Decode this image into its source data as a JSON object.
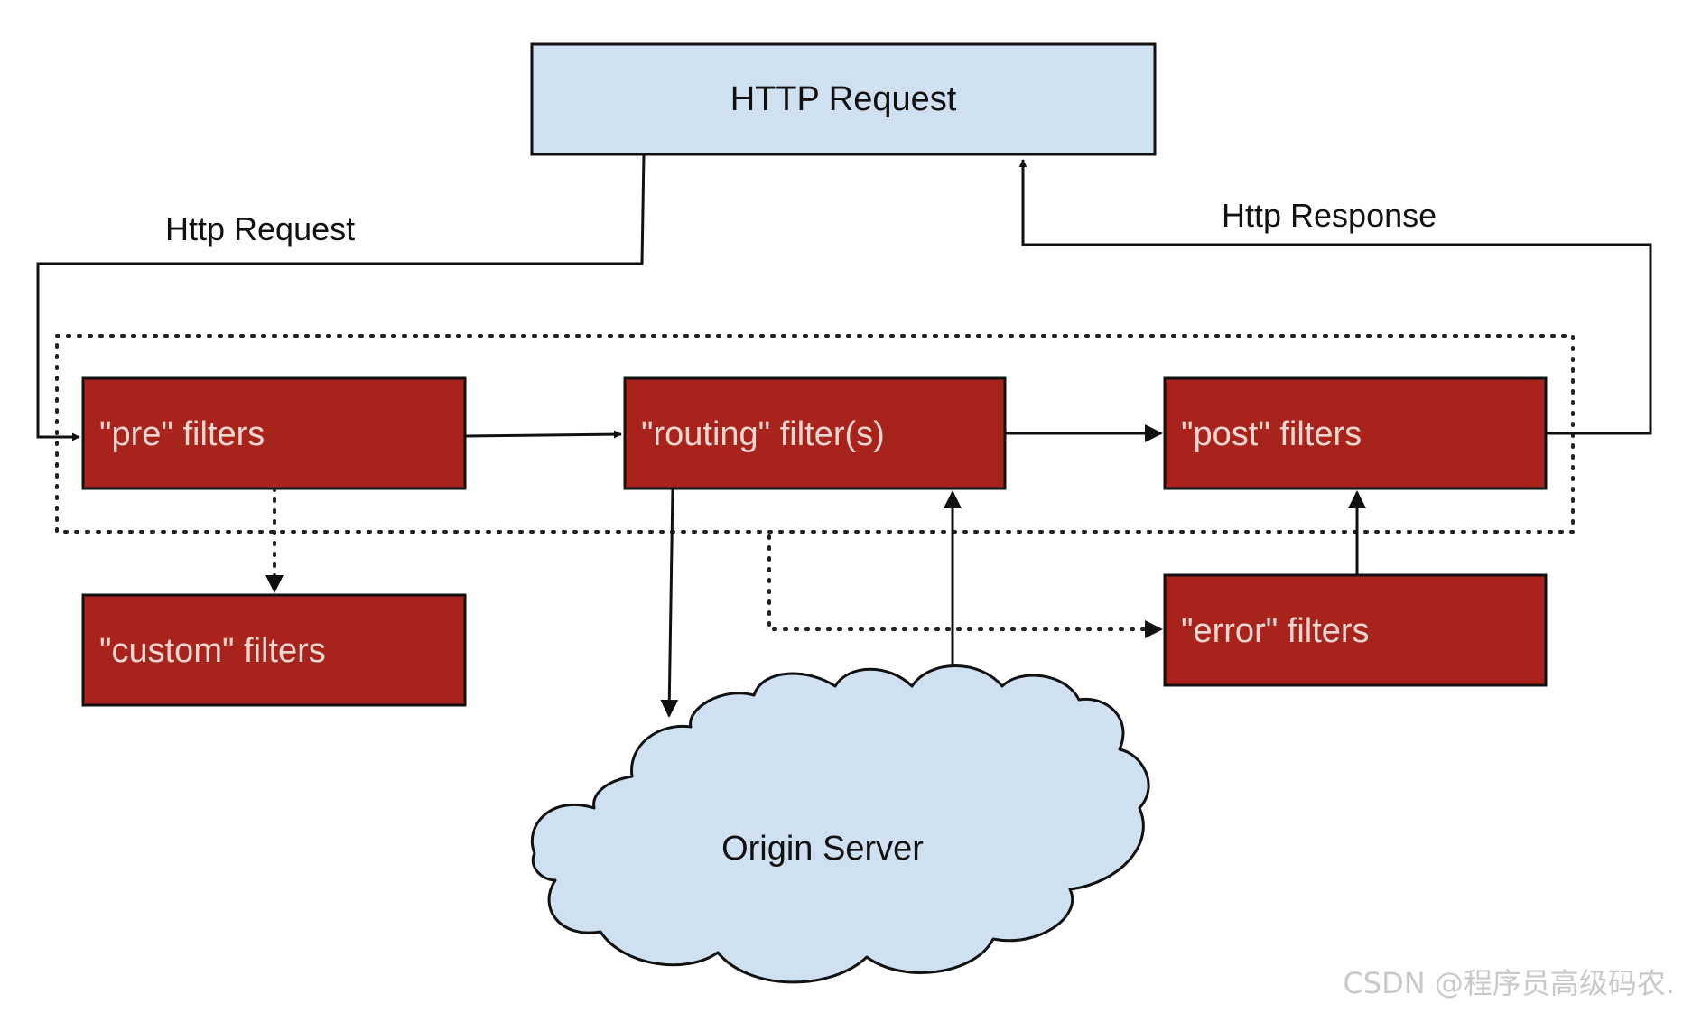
{
  "nodes": {
    "http_request_box": "HTTP Request",
    "pre_filters": "\"pre\" filters",
    "routing_filters": "\"routing\" filter(s)",
    "post_filters": "\"post\" filters",
    "custom_filters": "\"custom\" filters",
    "error_filters": "\"error\" filters",
    "origin_server": "Origin Server"
  },
  "edge_labels": {
    "request": "Http Request",
    "response": "Http Response"
  },
  "watermark": "CSDN @程序员高级码农.",
  "colors": {
    "request_box_fill": "#cfe0f1",
    "filter_fill": "#a8231c",
    "cloud_fill": "#cfe0f1",
    "stroke": "#111111"
  }
}
